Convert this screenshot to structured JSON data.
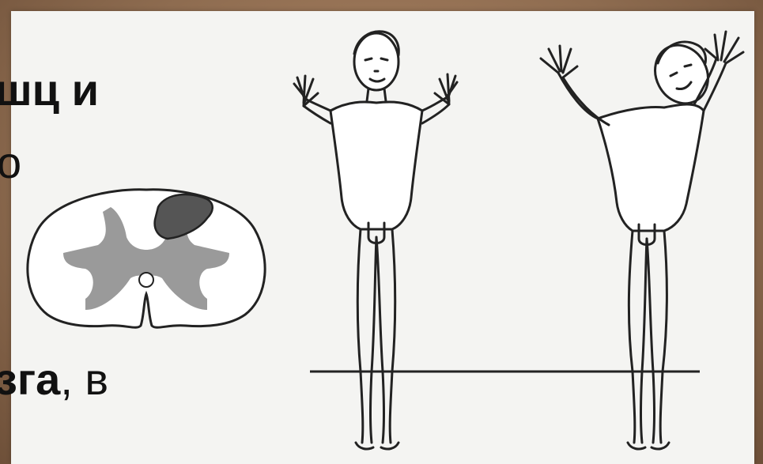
{
  "slide": {
    "text_line_1": "шц и",
    "text_line_2": "о",
    "text_line_3_bold": "зга",
    "text_line_3_rest": ", в"
  },
  "figure": {
    "spinal_cross_section": {
      "white_matter_color": "#ffffff",
      "gray_matter_color": "#9a9a9a",
      "lesion_color": "#555555"
    },
    "figures": [
      {
        "pose": "standing-arms-raised-symmetric"
      },
      {
        "pose": "standing-arms-raised-head-tilted"
      }
    ],
    "line_color": "#222222"
  }
}
